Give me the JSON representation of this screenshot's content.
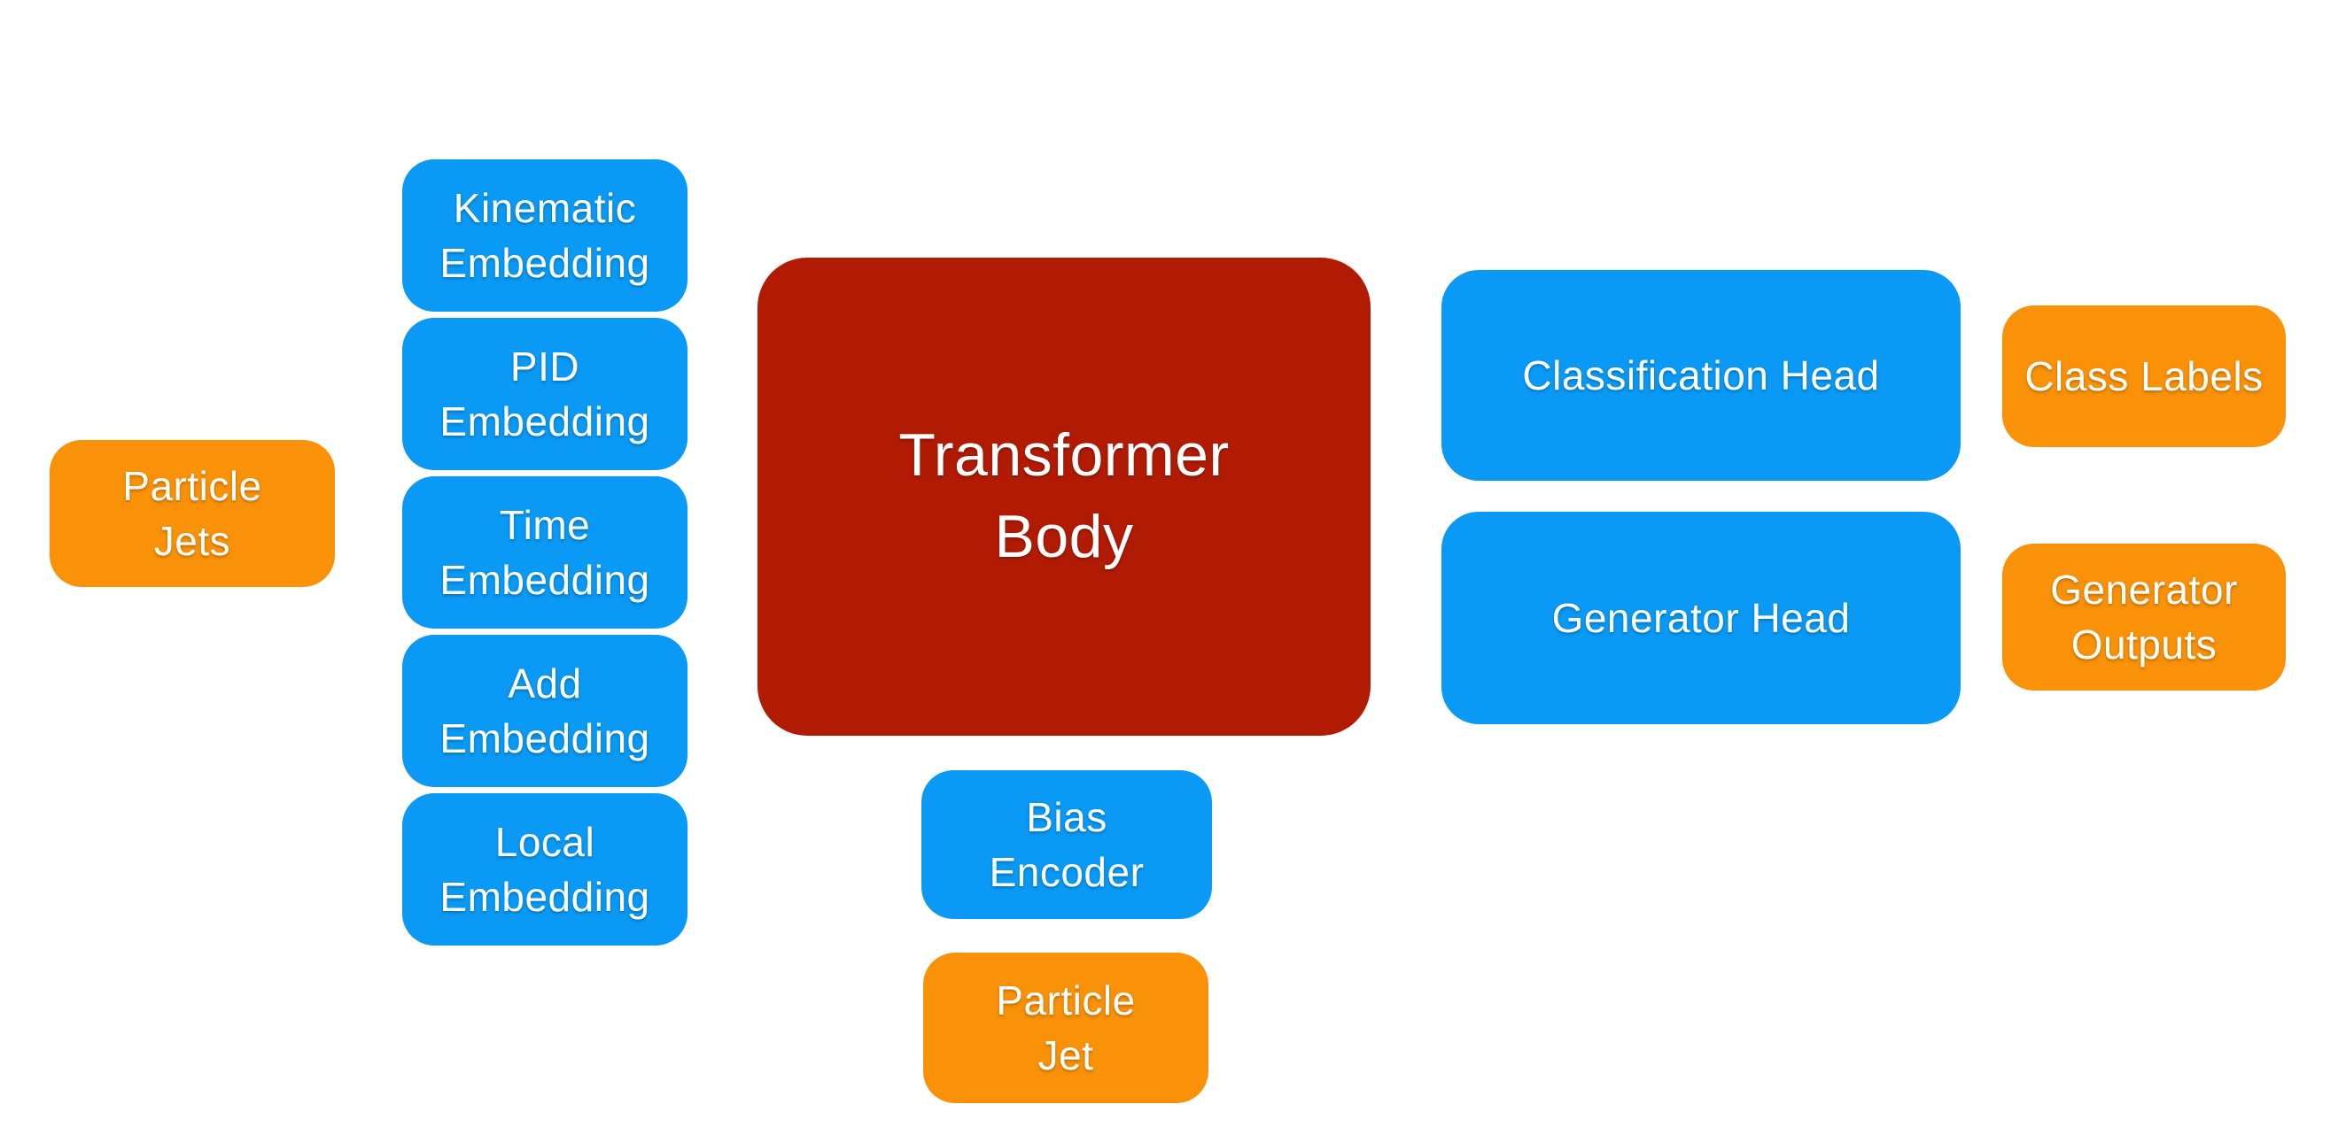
{
  "diagram": {
    "background": "#FFFFFF",
    "text_color": "#FFFFFF",
    "palette": {
      "blue": "#0A99F5",
      "orange": "#F99109",
      "red": "#B11B04"
    },
    "nodes": [
      {
        "id": "particle-jets",
        "label": "Particle\nJets",
        "color": "orange"
      },
      {
        "id": "kinematic-embedding",
        "label": "Kinematic\nEmbedding",
        "color": "blue"
      },
      {
        "id": "pid-embedding",
        "label": "PID\nEmbedding",
        "color": "blue"
      },
      {
        "id": "time-embedding",
        "label": "Time\nEmbedding",
        "color": "blue"
      },
      {
        "id": "add-embedding",
        "label": "Add\nEmbedding",
        "color": "blue"
      },
      {
        "id": "local-embedding",
        "label": "Local\nEmbedding",
        "color": "blue"
      },
      {
        "id": "transformer-body",
        "label": "Transformer\nBody",
        "color": "red"
      },
      {
        "id": "bias-encoder",
        "label": "Bias\nEncoder",
        "color": "blue"
      },
      {
        "id": "particle-jet",
        "label": "Particle\nJet",
        "color": "orange"
      },
      {
        "id": "classification-head",
        "label": "Classification Head",
        "color": "blue"
      },
      {
        "id": "generator-head",
        "label": "Generator Head",
        "color": "blue"
      },
      {
        "id": "class-labels",
        "label": "Class Labels",
        "color": "orange"
      },
      {
        "id": "generator-outputs",
        "label": "Generator\nOutputs",
        "color": "orange"
      }
    ]
  }
}
